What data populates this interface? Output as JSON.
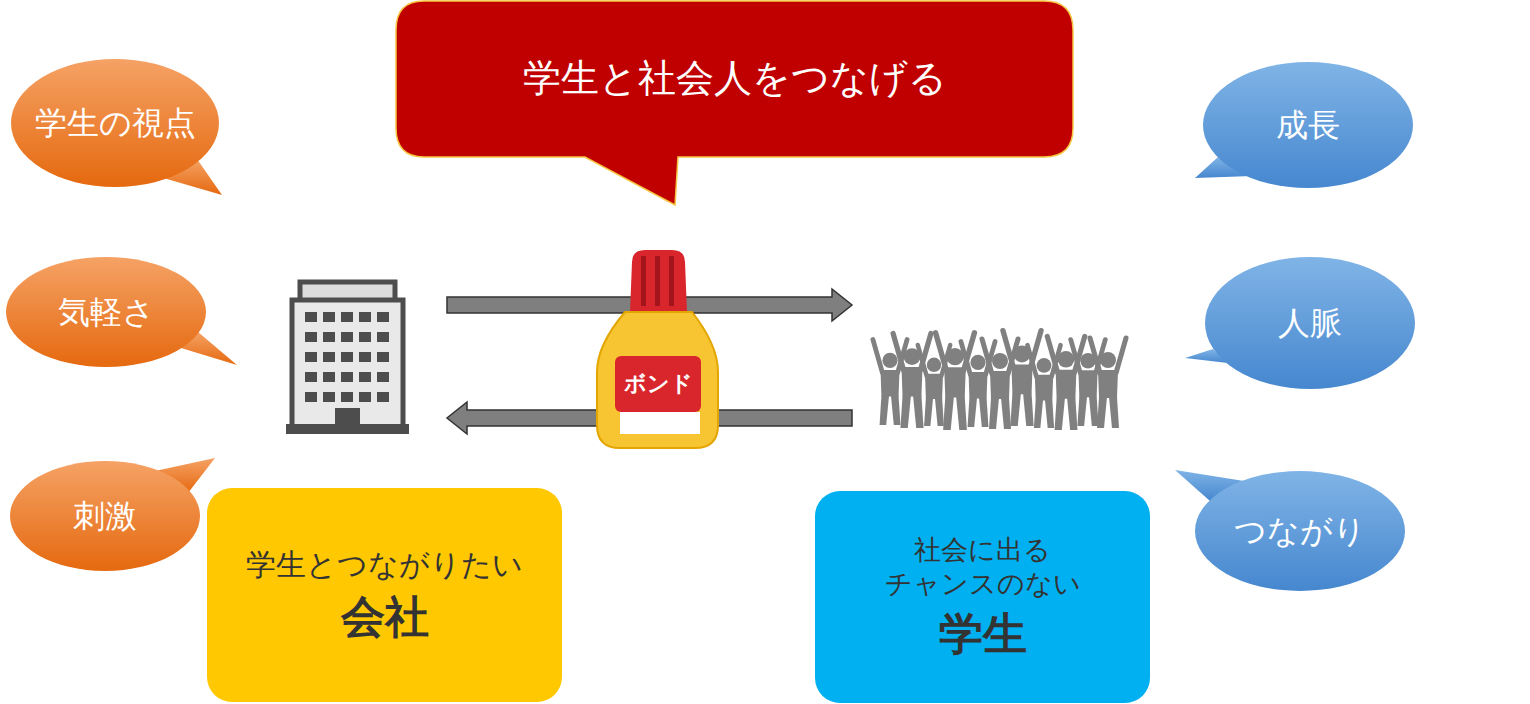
{
  "diagram": {
    "nodes": [
      {
        "text": [
          "学生と社会人をつなげる"
        ]
      },
      {
        "text": [
          "学生の視点"
        ]
      },
      {
        "text": [
          "気軽さ"
        ]
      },
      {
        "text": [
          "刺激"
        ]
      },
      {
        "text": [
          "成長"
        ]
      },
      {
        "text": [
          "人脈"
        ]
      },
      {
        "text": [
          "つながり"
        ]
      },
      {
        "text": [
          "学生とつながりたい",
          "会社"
        ]
      },
      {
        "text": [
          "社会に出る チャンスのない",
          "学生"
        ]
      }
    ],
    "labels": [
      "ボンド"
    ]
  }
}
